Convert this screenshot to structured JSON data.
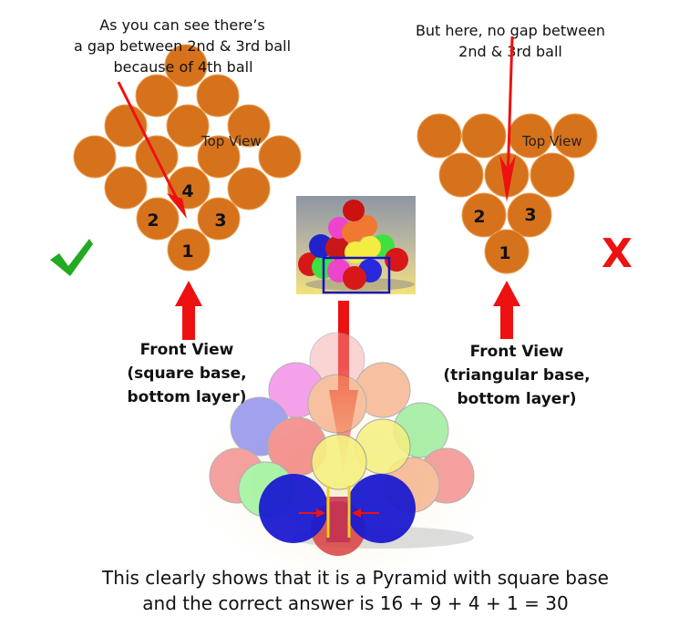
{
  "left_panel": {
    "caption": [
      "As you can see there’s",
      "a gap between 2nd & 3rd ball",
      "because of 4th ball"
    ],
    "top_view_label": "Top View",
    "ball_labels": [
      "1",
      "2",
      "3",
      "4"
    ],
    "front_view_label": [
      "Front View",
      "(square base,",
      "bottom layer)"
    ],
    "verdict": "correct-check-icon"
  },
  "right_panel": {
    "caption": [
      "But here, no gap between",
      "2nd & 3rd ball"
    ],
    "top_view_label": "Top View",
    "ball_labels": [
      "1",
      "2",
      "3"
    ],
    "front_view_label": [
      "Front View",
      "(triangular base,",
      "bottom layer)"
    ],
    "verdict_mark": "X"
  },
  "conclusion": [
    "This clearly shows that it is a Pyramid with square base",
    "and the correct answer is 16 + 9 + 4 + 1 = 30"
  ],
  "colors": {
    "ball": "#d6721c",
    "arrow": "#ee1111",
    "check": "#22aa22",
    "cross": "#ee1111"
  }
}
